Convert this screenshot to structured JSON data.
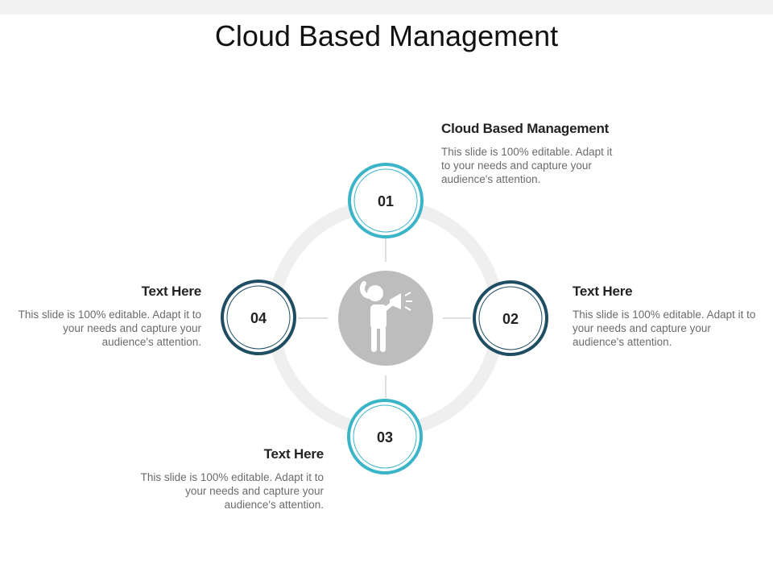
{
  "slide": {
    "title": "Cloud Based Management"
  },
  "center": {
    "icon": "person-megaphone-icon",
    "color": "#bdbdbd"
  },
  "ring_color": "#efefef",
  "nodes": [
    {
      "label": "01",
      "color": "#3bb4c8"
    },
    {
      "label": "02",
      "color": "#1f4e63"
    },
    {
      "label": "03",
      "color": "#3bb4c8"
    },
    {
      "label": "04",
      "color": "#1f4e63"
    }
  ],
  "blocks": [
    {
      "heading": "Cloud Based Management",
      "body": "This slide is 100% editable. Adapt it to your needs and capture your audience's attention."
    },
    {
      "heading": "Text Here",
      "body": "This slide is 100% editable. Adapt it to your needs and capture your audience's attention."
    },
    {
      "heading": "Text Here",
      "body": "This slide is 100% editable. Adapt it to your needs and capture your audience's attention."
    },
    {
      "heading": "Text Here",
      "body": "This slide is 100% editable. Adapt it to your needs and capture your audience's attention."
    }
  ]
}
